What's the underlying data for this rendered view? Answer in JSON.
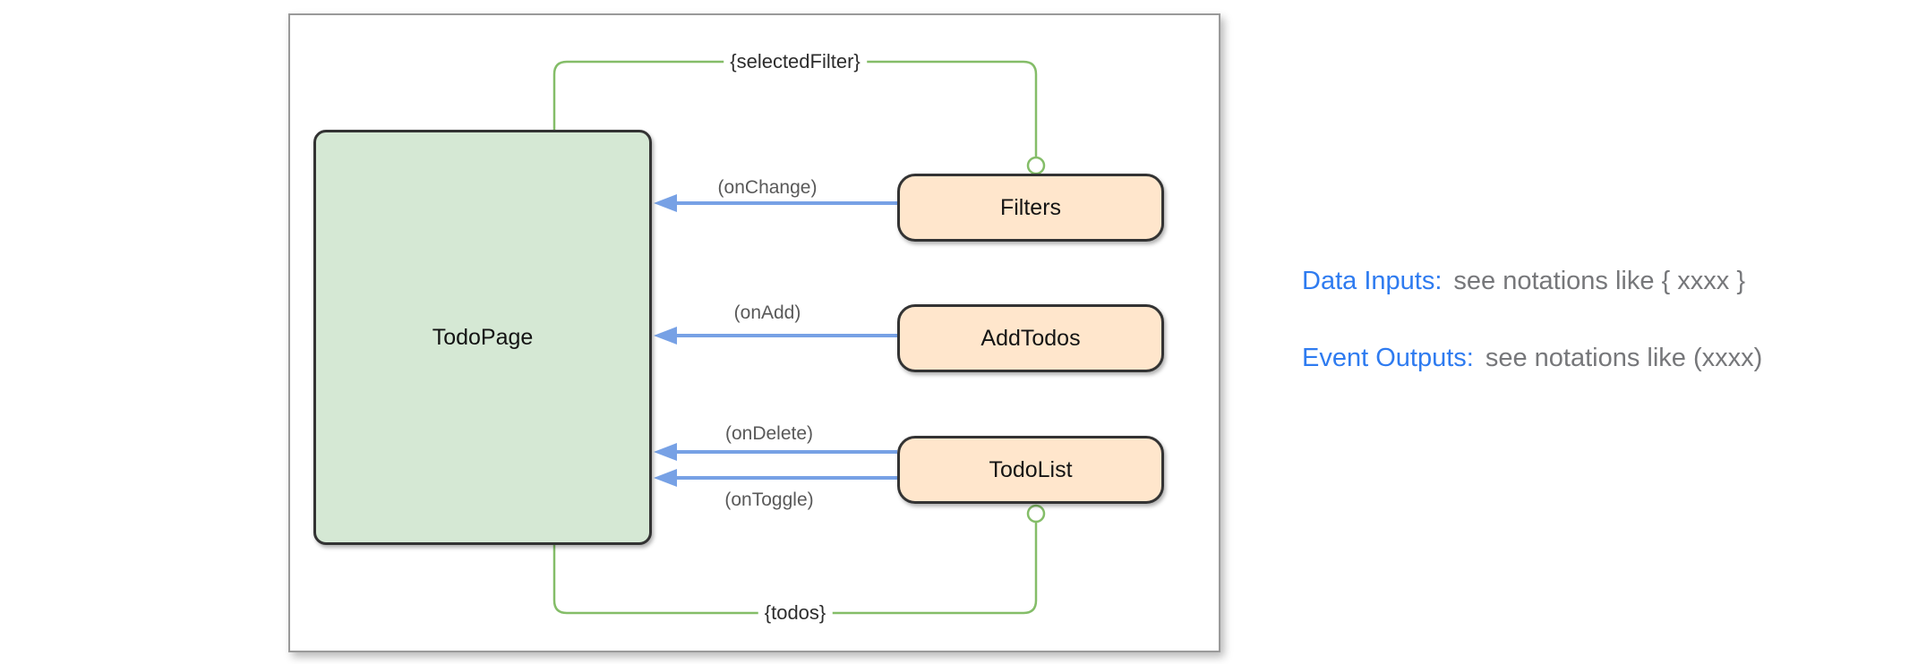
{
  "diagram": {
    "components": [
      {
        "id": "todo-page",
        "label": "TodoPage",
        "role": "parent"
      },
      {
        "id": "filters",
        "label": "Filters",
        "role": "child"
      },
      {
        "id": "add-todos",
        "label": "AddTodos",
        "role": "child"
      },
      {
        "id": "todo-list",
        "label": "TodoList",
        "role": "child"
      }
    ],
    "data_input_edges": [
      {
        "label": "{selectedFilter}",
        "from": "TodoPage",
        "to": "Filters"
      },
      {
        "label": "{todos}",
        "from": "TodoPage",
        "to": "TodoList"
      }
    ],
    "event_output_edges": [
      {
        "label": "(onChange)",
        "from": "Filters",
        "to": "TodoPage"
      },
      {
        "label": "(onAdd)",
        "from": "AddTodos",
        "to": "TodoPage"
      },
      {
        "label": "(onDelete)",
        "from": "TodoList",
        "to": "TodoPage"
      },
      {
        "label": "(onToggle)",
        "from": "TodoList",
        "to": "TodoPage"
      }
    ]
  },
  "legend": {
    "data_inputs": {
      "label": "Data Inputs:",
      "text": "see notations like { xxxx }"
    },
    "event_outputs": {
      "label": "Event Outputs:",
      "text": "see notations like (xxxx)"
    }
  },
  "colors": {
    "parent_fill": "#d5e8d4",
    "child_fill": "#ffe6cc",
    "node_stroke": "#333333",
    "data_input_line": "#84bd68",
    "event_output_line": "#77a1e5",
    "data_label_text": "#2d2d2d",
    "event_label_text": "#595959",
    "legend_accent": "#2e7bf0",
    "legend_text": "#76777a",
    "panel_border": "#9a9a9a"
  }
}
